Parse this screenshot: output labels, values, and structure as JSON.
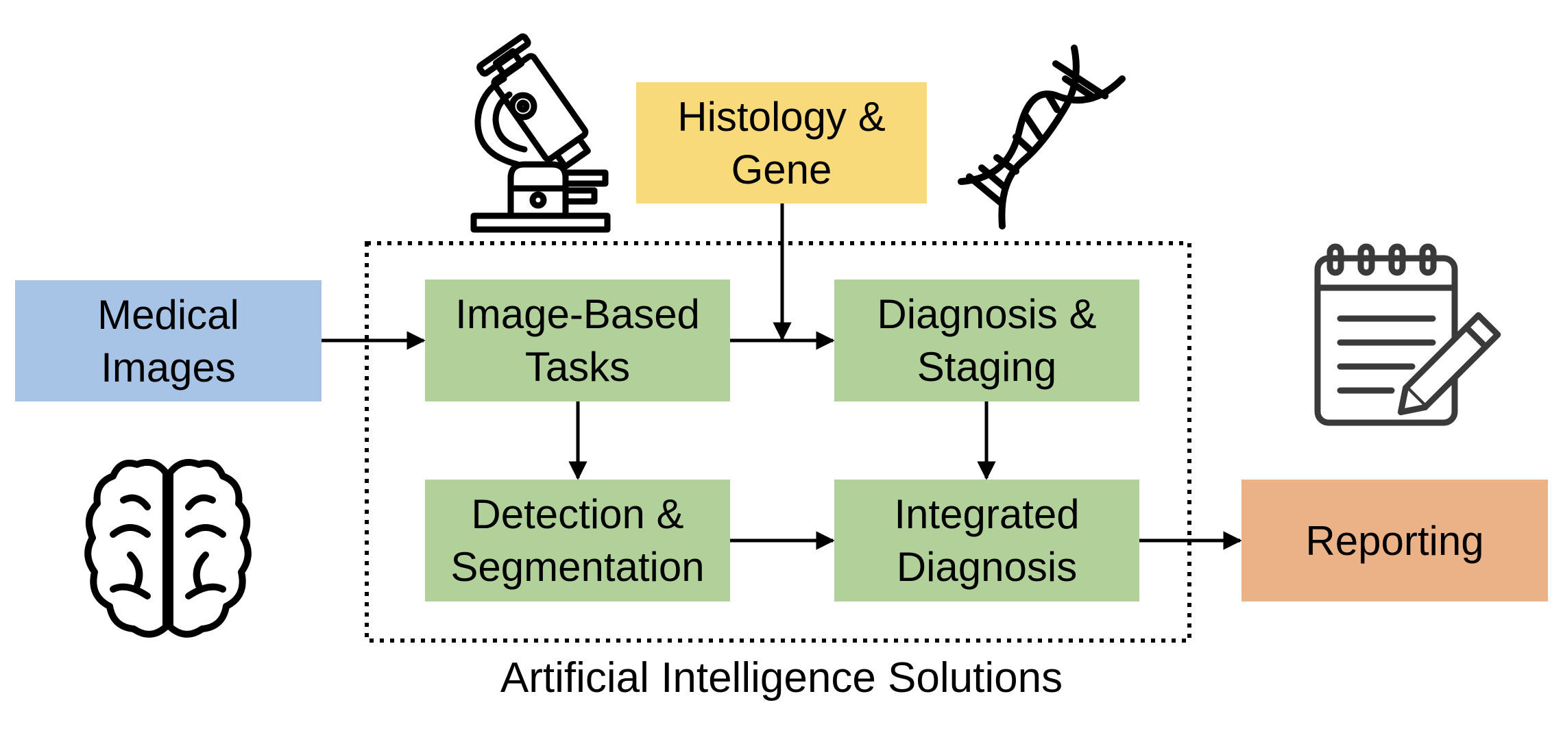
{
  "colors": {
    "medical_images": "#A7C4E6",
    "histology_gene": "#F8DA7A",
    "ai_task": "#B2D09A",
    "reporting": "#EBB288",
    "line": "#000000",
    "icon_stroke": "#000000",
    "notepad_stroke": "#3a3a3a"
  },
  "nodes": {
    "medical_images": {
      "line1": "Medical",
      "line2": "Images"
    },
    "histology_gene": {
      "line1": "Histology &",
      "line2": "Gene"
    },
    "image_based_tasks": {
      "line1": "Image-Based",
      "line2": "Tasks"
    },
    "diagnosis_staging": {
      "line1": "Diagnosis &",
      "line2": "Staging"
    },
    "detection_segmentation": {
      "line1": "Detection &",
      "line2": "Segmentation"
    },
    "integrated_diagnosis": {
      "line1": "Integrated",
      "line2": "Diagnosis"
    },
    "reporting": {
      "line1": "Reporting"
    }
  },
  "group": {
    "caption": "Artificial Intelligence Solutions",
    "border_style": "dotted"
  },
  "edges": [
    {
      "from": "medical_images",
      "to": "image_based_tasks"
    },
    {
      "from": "image_based_tasks",
      "to": "diagnosis_staging"
    },
    {
      "from": "histology_gene",
      "to": "diagnosis_staging"
    },
    {
      "from": "image_based_tasks",
      "to": "detection_segmentation"
    },
    {
      "from": "diagnosis_staging",
      "to": "integrated_diagnosis"
    },
    {
      "from": "detection_segmentation",
      "to": "integrated_diagnosis"
    },
    {
      "from": "integrated_diagnosis",
      "to": "reporting"
    }
  ],
  "icons": {
    "microscope": "microscope-icon",
    "dna": "dna-icon",
    "brain": "brain-icon",
    "notepad": "notepad-icon"
  }
}
